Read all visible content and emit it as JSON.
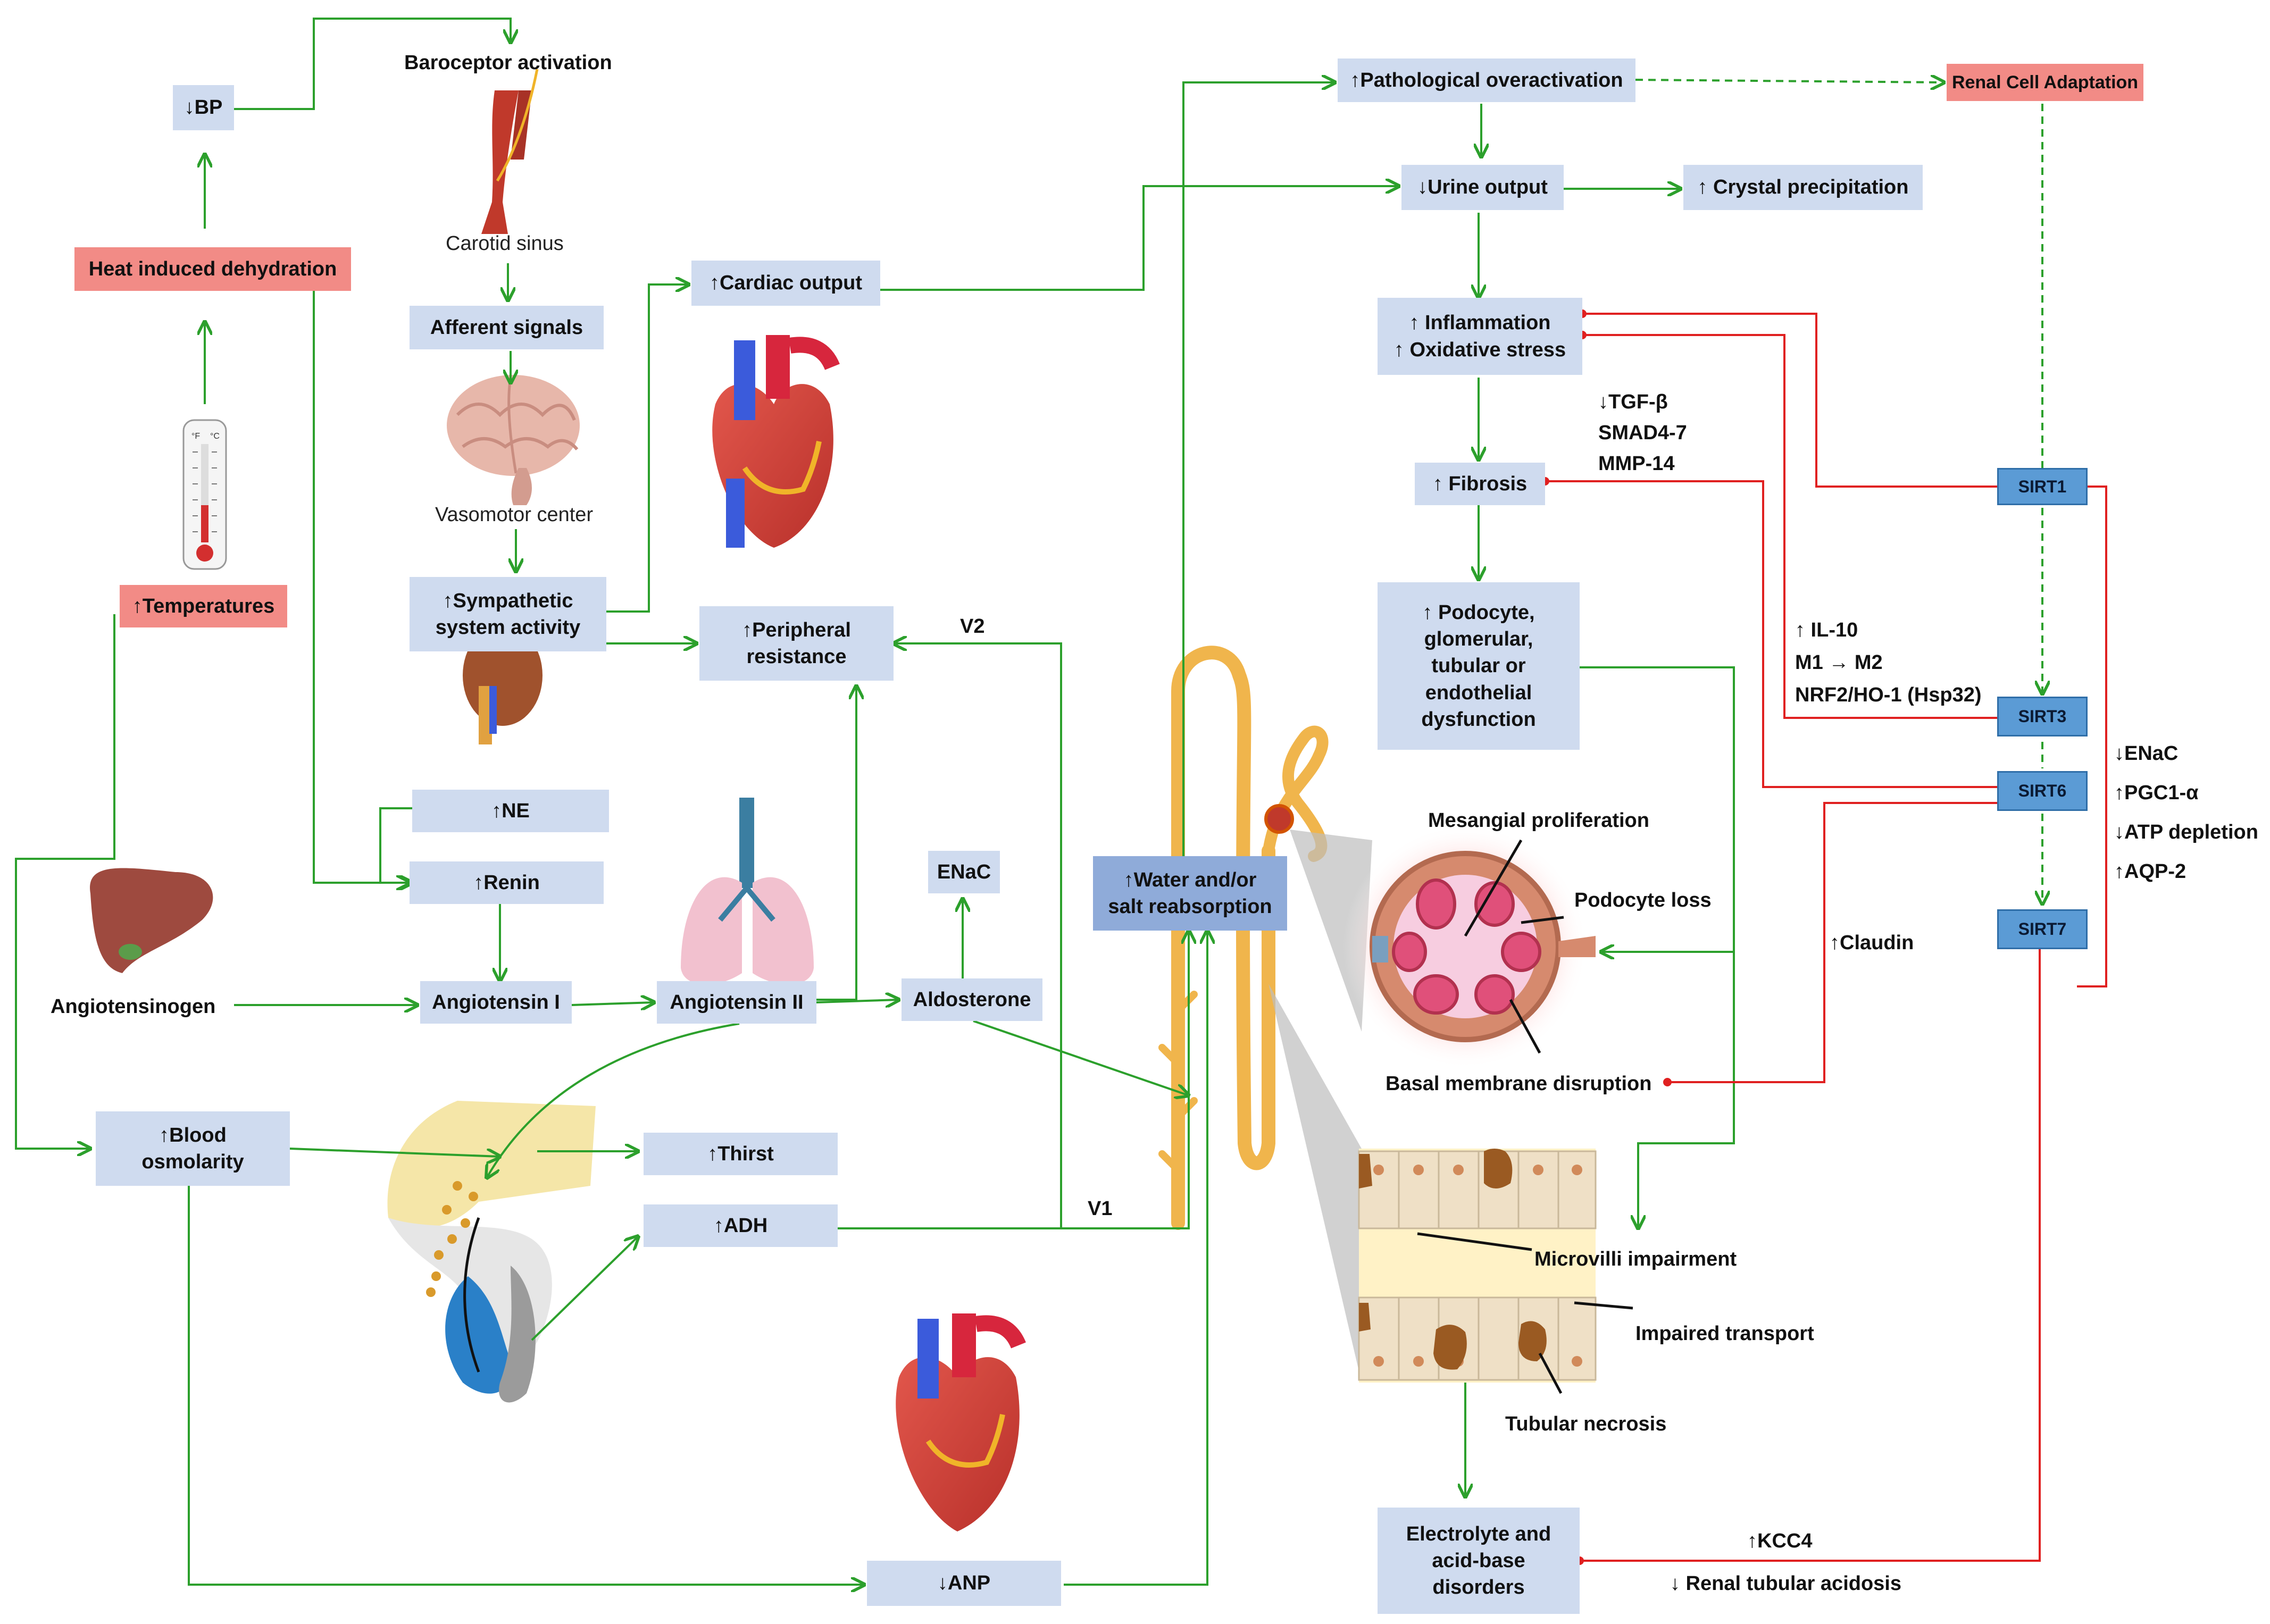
{
  "nodes": {
    "bp": "↓BP",
    "heat_dehydration": "Heat induced dehydration",
    "temperatures": "↑Temperatures",
    "baroceptor": "Baroceptor activation",
    "carotid_sinus": "Carotid sinus",
    "afferent": "Afferent signals",
    "vasomotor": "Vasomotor center",
    "sympathetic": "↑Sympathetic\nsystem activity",
    "ne": "↑NE",
    "renin": "↑Renin",
    "angiotensinogen": "Angiotensinogen",
    "ang1": "Angiotensin I",
    "ang2": "Angiotensin II",
    "aldosterone": "Aldosterone",
    "enac_box": "ENaC",
    "cardiac_output": "↑Cardiac output",
    "peripheral": "↑Peripheral\nresistance",
    "blood_osm": "↑Blood\nosmolarity",
    "thirst": "↑Thirst",
    "adh": "↑ADH",
    "anp": "↓ANP",
    "water_salt": "↑Water and/or\nsalt reabsorption",
    "patho": "↑Pathological overactivation",
    "renal_adapt": "Renal Cell Adaptation",
    "urine": "↓Urine output",
    "crystal": "↑ Crystal precipitation",
    "inflam": "↑ Inflammation\n↑ Oxidative stress",
    "fibrosis": "↑ Fibrosis",
    "podocyte": "↑ Podocyte,\nglomerular,\ntubular or\nendothelial\ndysfunction",
    "electrolyte": "Electrolyte and\nacid-base\ndisorders"
  },
  "labels": {
    "v2": "V2",
    "v1": "V1",
    "tgf": "↓TGF-β\nSMAD4-7\nMMP-14",
    "il10": "↑ IL-10\nM1 → M2\nNRF2/HO-1 (Hsp32)",
    "sirt1_effects": "↓ENaC\n↑PGC1-α\n↓ATP depletion\n↑AQP-2",
    "claudin": "↑Claudin",
    "kcc4": "↑KCC4",
    "rta": "↓ Renal tubular acidosis",
    "mesangial": "Mesangial proliferation",
    "podocyte_loss": "Podocyte loss",
    "basal": "Basal membrane disruption",
    "microvilli": "Microvilli impairment",
    "impaired_transport": "Impaired transport",
    "tubular_necrosis": "Tubular necrosis"
  },
  "sirt": {
    "s1": "SIRT1",
    "s3": "SIRT3",
    "s6": "SIRT6",
    "s7": "SIRT7"
  },
  "thermometer": {
    "f": "°F",
    "c": "°C"
  },
  "colors": {
    "box": "#cfdbef",
    "box_red": "#f28b86",
    "arrow_green": "#2ca02c",
    "inhibit_red": "#e02020",
    "sirt_blue": "#5b9bd5"
  }
}
